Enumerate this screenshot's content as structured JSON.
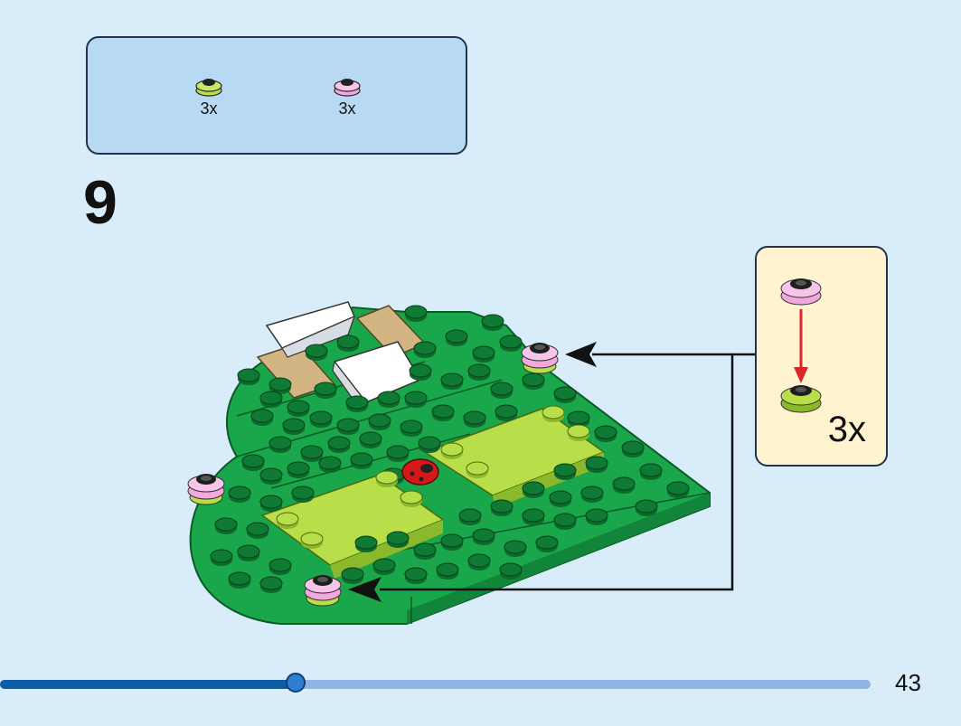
{
  "parts_list": {
    "items": [
      {
        "color": "lime-green",
        "icon": "lime-flower-plate-icon",
        "qty": "3x"
      },
      {
        "color": "pink",
        "icon": "pink-flower-plate-icon",
        "qty": "3x"
      }
    ]
  },
  "step": {
    "number": "9"
  },
  "callout": {
    "qty": "3x",
    "icon": "pink-on-lime-flower-assembly-icon",
    "arrow_color": "#d9262c"
  },
  "colors": {
    "background": "#d8ecfa",
    "parts_box": "#b7d9f3",
    "callout_box": "#fff4cf",
    "dark_green": "#1aa64a",
    "lime_green": "#b8de4a",
    "pink": "#f3a8dd",
    "tan": "#d2b582",
    "ladybug_red": "#d61818"
  },
  "progress": {
    "fraction": 0.34
  },
  "page": {
    "number": "43"
  }
}
